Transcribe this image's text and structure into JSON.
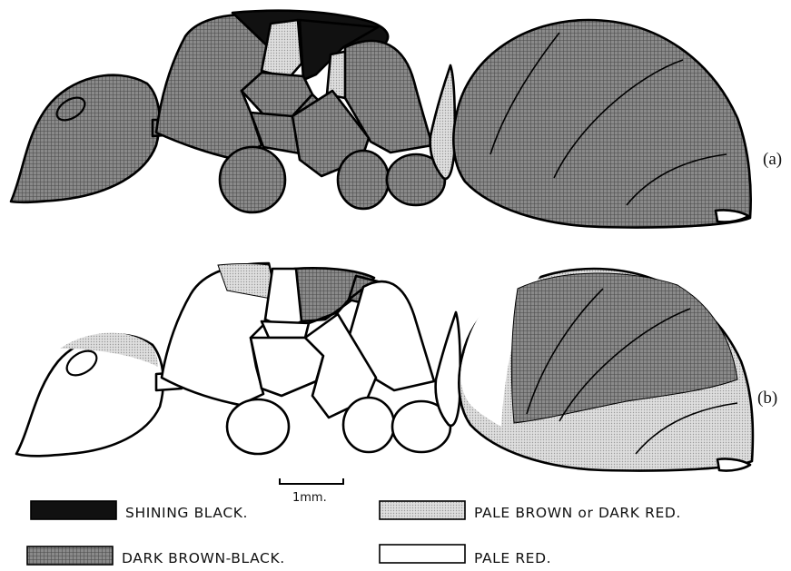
{
  "figure": {
    "panel_a_label": "(a)",
    "panel_b_label": "(b)",
    "scale_bar_label": "1mm."
  },
  "legend": {
    "shining_black": {
      "label": "SHINING BLACK.",
      "color": "#111111"
    },
    "dark_brown_black": {
      "label": "DARK BROWN-BLACK.",
      "color": "#7a7a7a"
    },
    "pale_brown_dark_red": {
      "label": "PALE BROWN or DARK RED.",
      "color": "#cfcfcf"
    },
    "pale_red": {
      "label": "PALE RED.",
      "color": "#ffffff"
    }
  }
}
